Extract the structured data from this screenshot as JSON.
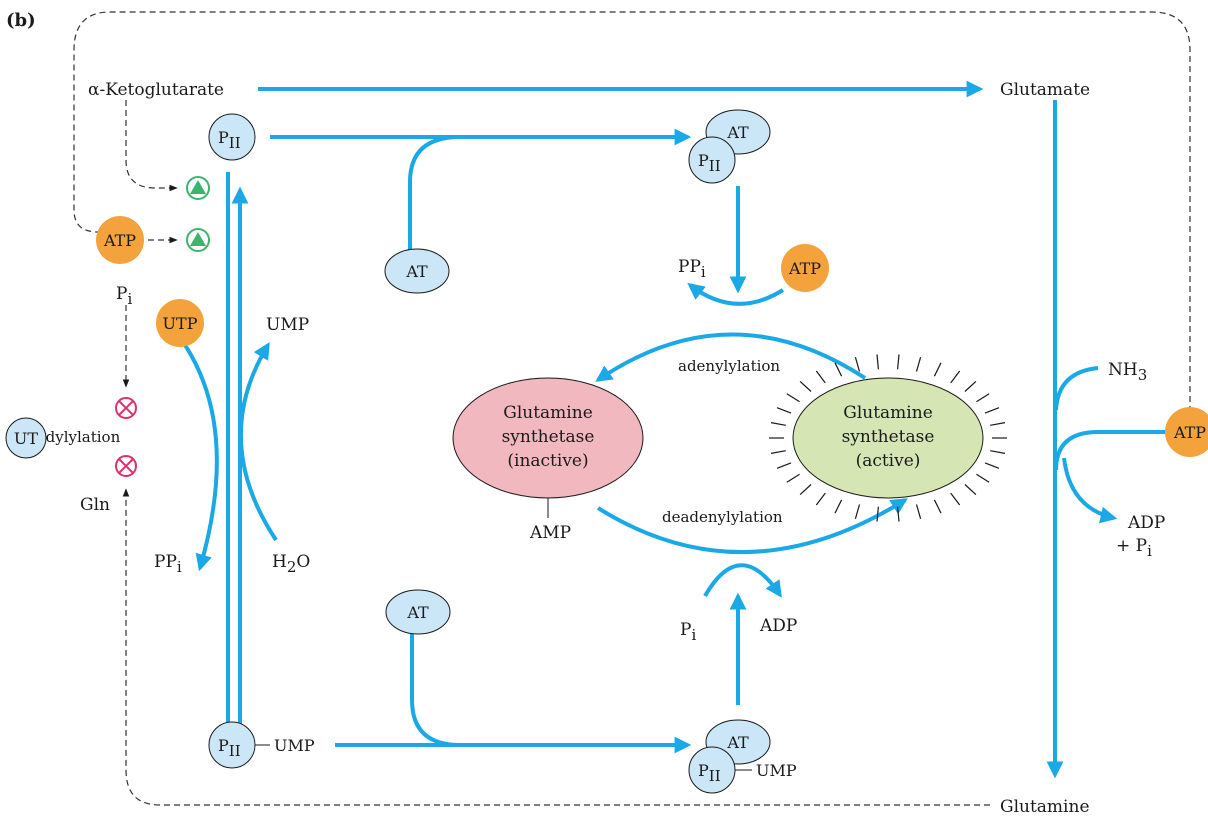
{
  "panel_label": "(b)",
  "metabolites": {
    "ketoglutarate": "α-Ketoglutarate",
    "glutamate": "Glutamate",
    "glutamine": "Glutamine",
    "gln": "Gln",
    "nh3": "NH",
    "nh3_sub": "3",
    "adp_pi_line1": "ADP",
    "adp_pi_line2": "+ P",
    "adp_pi_sub": "i"
  },
  "proteins": {
    "pii": "P",
    "pii_sub": "II",
    "at": "AT",
    "ut": "UT",
    "ump": "UMP"
  },
  "cofactors": {
    "atp": "ATP",
    "utp": "UTP",
    "pi": "P",
    "pi_sub": "i",
    "ppi": "PP",
    "ppi_sub": "i",
    "ump": "UMP",
    "h2o_a": "H",
    "h2o_sub": "2",
    "h2o_b": "O",
    "adp": "ADP",
    "amp": "AMP"
  },
  "processes": {
    "uridylylation": "uridylylation",
    "adenylylation": "adenylylation",
    "deadenylylation": "deadenylylation"
  },
  "enzyme": {
    "inactive_l1": "Glutamine",
    "inactive_l2": "synthetase",
    "inactive_l3": "(inactive)",
    "active_l1": "Glutamine",
    "active_l2": "synthetase",
    "active_l3": "(active)"
  },
  "colors": {
    "arrow_blue": "#1aa9e6",
    "protein_blue": "#cbe6f6",
    "atp_orange": "#f4a23c",
    "inactive_pink": "#f2b8bf",
    "active_green": "#d5e6b4",
    "activator_green": "#3cb46e",
    "inhibitor_red": "#e0306a"
  }
}
